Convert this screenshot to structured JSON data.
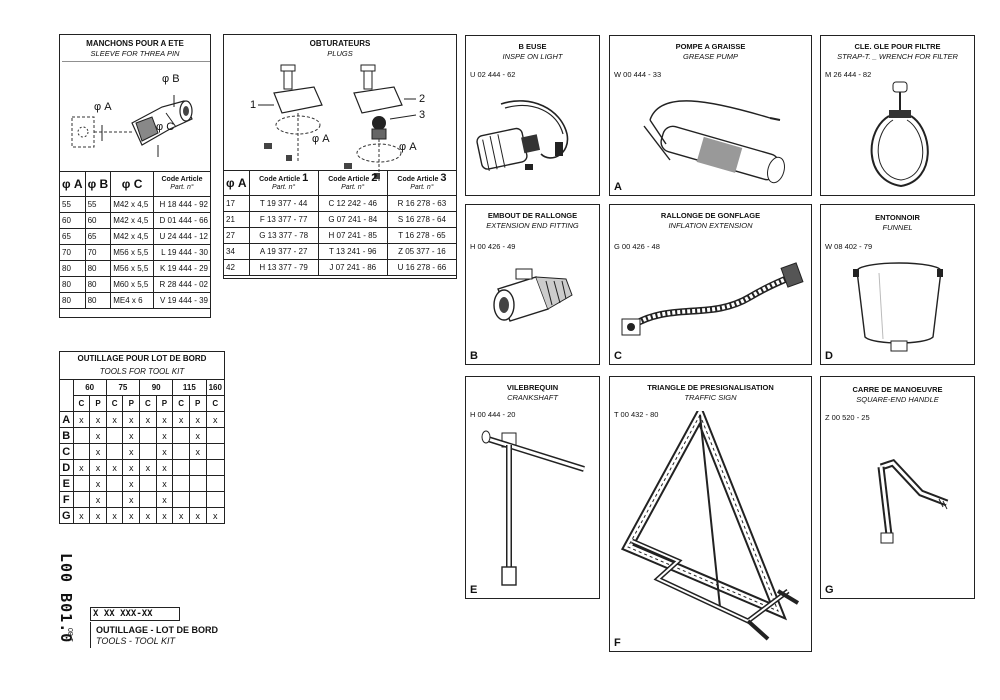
{
  "manchons": {
    "title_fr": "MANCHONS POUR A ETE",
    "title_en": "SLEEVE FOR THREA PIN",
    "dim_labels": [
      "φ B",
      "φ A",
      "φ C"
    ],
    "headers": [
      "φ A",
      "φ B",
      "φ C",
      "Code Article",
      "Part. n°"
    ],
    "rows": [
      [
        "55",
        "55",
        "M42 x 4,5",
        "H 18 444 - 92"
      ],
      [
        "60",
        "60",
        "M42 x 4,5",
        "D 01 444 - 66"
      ],
      [
        "65",
        "65",
        "M42 x 4,5",
        "U 24 444 - 12"
      ],
      [
        "70",
        "70",
        "M56 x 5,5",
        "L 19 444 - 30"
      ],
      [
        "80",
        "80",
        "M56 x 5,5",
        "K 19 444 - 29"
      ],
      [
        "80",
        "80",
        "M60 x 5,5",
        "R 28 444 - 02"
      ],
      [
        "80",
        "80",
        "ME4 x 6",
        "V 19 444 - 39"
      ]
    ]
  },
  "obturateurs": {
    "title_fr": "OBTURATEURS",
    "title_en": "PLUGS",
    "callouts": [
      "1",
      "2",
      "3",
      "φ A",
      "φ A"
    ],
    "headers": [
      "φ A",
      "Code Article",
      "Part. n°",
      "1",
      "2",
      "3"
    ],
    "rows": [
      [
        "17",
        "T 19 377 - 44",
        "C 12 242 - 46",
        "R 16 278 - 63"
      ],
      [
        "21",
        "F 13 377 - 77",
        "G 07 241 - 84",
        "S 16 278 - 64"
      ],
      [
        "27",
        "G 13 377 - 78",
        "H 07 241 - 85",
        "T 16 278 - 65"
      ],
      [
        "34",
        "A 19 377 - 27",
        "T 13 241 - 96",
        "Z 05 377 - 16"
      ],
      [
        "42",
        "H 13 377 - 79",
        "J 07 241 - 86",
        "U 16 278 - 66"
      ]
    ]
  },
  "outillage": {
    "title_fr": "OUTILLAGE POUR LOT DE BORD",
    "title_en": "TOOLS FOR TOOL KIT",
    "groups": [
      "60",
      "75",
      "90",
      "115",
      "160"
    ],
    "subcols": [
      "C",
      "P",
      "C",
      "P",
      "C",
      "P",
      "C",
      "P",
      "C"
    ],
    "rows": [
      {
        "label": "A",
        "cells": [
          "x",
          "x",
          "x",
          "x",
          "x",
          "x",
          "x",
          "x",
          "x"
        ]
      },
      {
        "label": "B",
        "cells": [
          "",
          "x",
          "",
          "x",
          "",
          "x",
          "",
          "x",
          ""
        ]
      },
      {
        "label": "C",
        "cells": [
          "",
          "x",
          "",
          "x",
          "",
          "x",
          "",
          "x",
          ""
        ]
      },
      {
        "label": "D",
        "cells": [
          "x",
          "x",
          "x",
          "x",
          "x",
          "x",
          "",
          "",
          ""
        ]
      },
      {
        "label": "E",
        "cells": [
          "",
          "x",
          "",
          "x",
          "",
          "x",
          "",
          "",
          ""
        ]
      },
      {
        "label": "F",
        "cells": [
          "",
          "x",
          "",
          "x",
          "",
          "x",
          "",
          "",
          ""
        ]
      },
      {
        "label": "G",
        "cells": [
          "x",
          "x",
          "x",
          "x",
          "x",
          "x",
          "x",
          "x",
          "x"
        ]
      }
    ]
  },
  "footer": {
    "vertical_code": "L00 B01.0",
    "date": "1-80",
    "ref": "X XX XXX-XX",
    "title_fr": "OUTILLAGE - LOT DE BORD",
    "title_en": "TOOLS - TOOL KIT"
  },
  "panels": {
    "baladeuse": {
      "title_fr": "B EUSE",
      "title_en": "INSPE ON LIGHT",
      "code": "U 02 444 - 62",
      "letter": ""
    },
    "pompe": {
      "title_fr": "POMPE A GRAISSE",
      "title_en": "GREASE PUMP",
      "code": "W 00 444 - 33",
      "letter": "A"
    },
    "cle": {
      "title_fr": "CLE. GLE POUR FILTRE",
      "title_en": "STRAP-T. _ WRENCH FOR FILTER",
      "code": "M 26 444 - 82",
      "letter": ""
    },
    "embout": {
      "title_fr": "EMBOUT DE RALLONGE",
      "title_en": "EXTENSION END FITTING",
      "code": "H 00 426 - 49",
      "letter": "B"
    },
    "rallonge": {
      "title_fr": "RALLONGE DE GONFLAGE",
      "title_en": "INFLATION EXTENSION",
      "code": "G 00 426 - 48",
      "letter": "C"
    },
    "entonnoir": {
      "title_fr": "ENTONNOIR",
      "title_en": "FUNNEL",
      "code": "W 08 402 - 79",
      "letter": "D"
    },
    "vilebrequin": {
      "title_fr": "VILEBREQUIN",
      "title_en": "CRANKSHAFT",
      "code": "H 00 444 - 20",
      "letter": "E"
    },
    "triangle": {
      "title_fr": "TRIANGLE DE PRESIGNALISATION",
      "title_en": "TRAFFIC SIGN",
      "code": "T 00 432 - 80",
      "letter": "F"
    },
    "carre": {
      "title_fr": "CARRE DE MANOEUVRE",
      "title_en": "SQUARE-END HANDLE",
      "code": "Z 00 520 - 25",
      "letter": "G"
    }
  }
}
